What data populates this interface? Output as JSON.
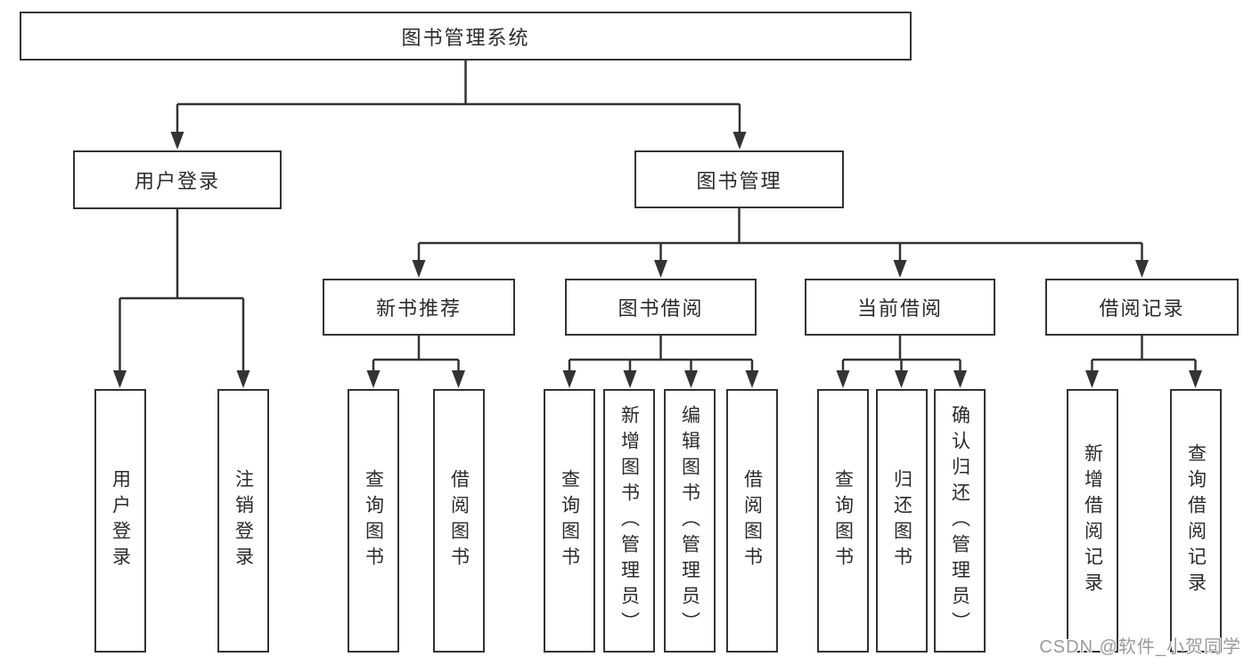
{
  "tree": {
    "root": {
      "label": "图书管理系统"
    },
    "children": [
      {
        "label": "用户登录",
        "leaves": [
          "用户登录",
          "注销登录"
        ]
      },
      {
        "label": "图书管理",
        "children": [
          {
            "label": "新书推荐",
            "leaves": [
              "查询图书",
              "借阅图书"
            ]
          },
          {
            "label": "图书借阅",
            "leaves": [
              "查询图书",
              "新增图书（管理员）",
              "编辑图书（管理员）",
              "借阅图书"
            ]
          },
          {
            "label": "当前借阅",
            "leaves": [
              "查询图书",
              "归还图书",
              "确认归还（管理员）"
            ]
          },
          {
            "label": "借阅记录",
            "leaves": [
              "新增借阅记录",
              "查询借阅记录"
            ]
          }
        ]
      }
    ]
  },
  "watermark": "CSDN @软件_小贺同学",
  "colors": {
    "line": "#333333",
    "box_border": "#333333",
    "text": "#2b2b2b",
    "watermark": "#9b9b9b",
    "background": "#ffffff"
  }
}
